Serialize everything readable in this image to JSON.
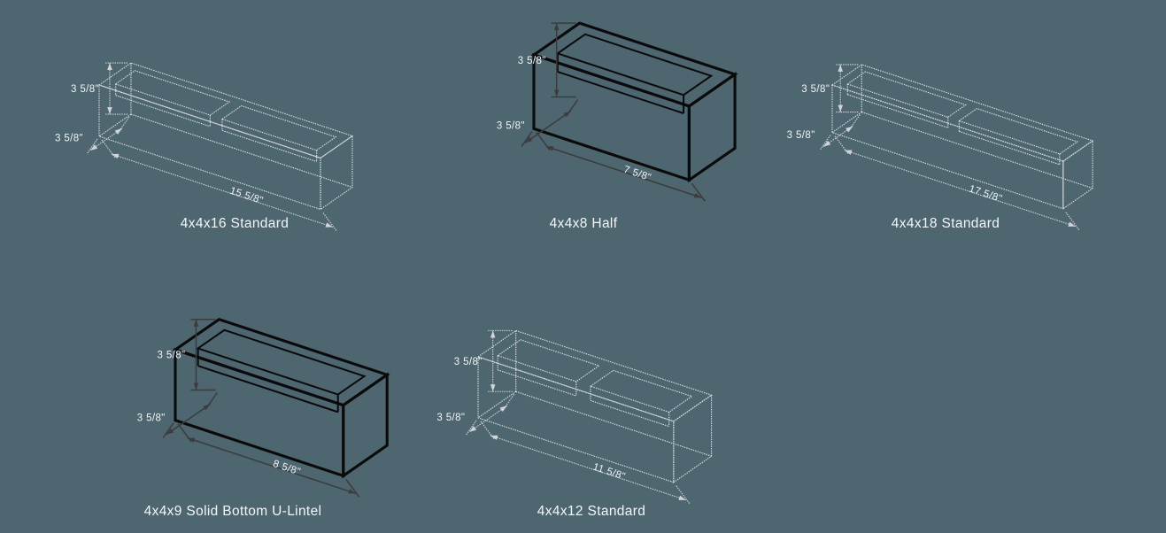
{
  "page": {
    "background_color": "#4d6670",
    "line_color_wireframe": "#d8dde0",
    "line_color_selected": "#0a0a0a",
    "text_color": "#f4f7f8",
    "units": "inches",
    "drawing_style": "isometric-wireframe"
  },
  "blocks": [
    {
      "id": "4x4x16-standard",
      "caption": "4x4x16 Standard",
      "nominal": "4x4x16",
      "highlighted": false,
      "cells": 2,
      "dimensions": {
        "height": "3 5/8\"",
        "depth": "3 5/8\"",
        "length": "15 5/8\""
      }
    },
    {
      "id": "4x4x8-half",
      "caption": "4x4x8 Half",
      "nominal": "4x4x8",
      "highlighted": true,
      "cells": 1,
      "dimensions": {
        "height": "3 5/8\"",
        "depth": "3 5/8\"",
        "length": "7 5/8\""
      }
    },
    {
      "id": "4x4x18-standard",
      "caption": "4x4x18 Standard",
      "nominal": "4x4x18",
      "highlighted": false,
      "cells": 2,
      "dimensions": {
        "height": "3 5/8\"",
        "depth": "3 5/8\"",
        "length": "17 5/8\""
      }
    },
    {
      "id": "4x4x9-solid-bottom-u-lintel",
      "caption": "4x4x9 Solid Bottom U-Lintel",
      "nominal": "4x4x9",
      "highlighted": true,
      "cells": 1,
      "dimensions": {
        "height": "3 5/8\"",
        "depth": "3 5/8\"",
        "length": "8 5/8\""
      }
    },
    {
      "id": "4x4x12-standard",
      "caption": "4x4x12 Standard",
      "nominal": "4x4x12",
      "highlighted": false,
      "cells": 2,
      "dimensions": {
        "height": "3 5/8\"",
        "depth": "3 5/8\"",
        "length": "11 5/8\""
      }
    }
  ]
}
